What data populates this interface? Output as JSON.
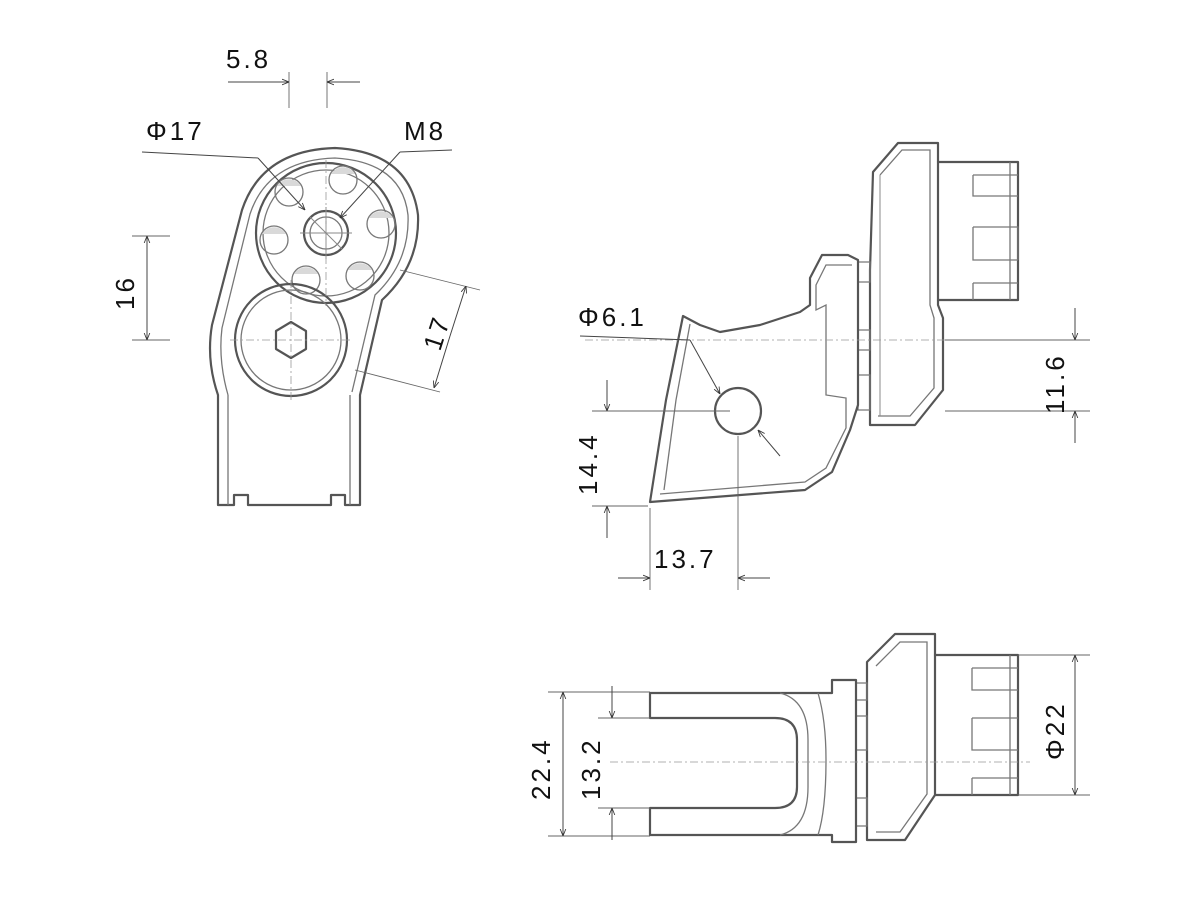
{
  "dimensions": {
    "d58": "5.8",
    "d17dia": "Φ17",
    "m8": "M8",
    "d16": "16",
    "d17": "17",
    "d61dia": "Φ6.1",
    "d144": "14.4",
    "d137": "13.7",
    "d116": "11.6",
    "d224": "22.4",
    "d132": "13.2",
    "d22dia": "Φ22"
  }
}
